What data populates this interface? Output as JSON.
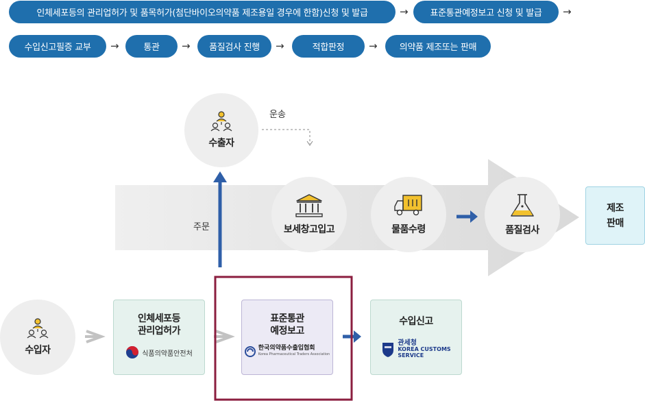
{
  "flow_steps": [
    "인체세포등의 관리업허가 및 품목허가(첨단바이오의약품 제조용일 경우에 한함)신청 및 발급",
    "표준통관예정보고 신청 및 발급",
    "수입신고필증 교부",
    "통관",
    "품질검사 진행",
    "적합판정",
    "의약품 제조또는 판매"
  ],
  "arrow_char": "→",
  "diagram": {
    "exporter_label": "수출자",
    "shipping_label": "운송",
    "order_label": "주문",
    "warehouse_label": "보세창고입고",
    "receipt_label": "물품수령",
    "quality_label": "품질검사",
    "final_label": "제조 판매",
    "final_line1": "제조",
    "final_line2": "판매",
    "importer_label": "수입자",
    "license_box": {
      "line1": "인체세포등",
      "line2": "관리업허가",
      "agency": "식품의약품안전처"
    },
    "clearance_box": {
      "line1": "표준통관",
      "line2": "예정보고",
      "agency": "한국의약품수출입협회",
      "agency_en": "Korea Pharmaceutical Traders Association"
    },
    "import_box": {
      "title": "수입신고",
      "agency": "관세청",
      "agency_en1": "KOREA CUSTOMS",
      "agency_en2": "SERVICE"
    }
  },
  "colors": {
    "pill": "#1f6fad",
    "blue_arrow": "#2f5fa8",
    "gray_arrow": "#bdbdbd",
    "big_arrow": "#dedede",
    "highlight": "#8b1e3f",
    "final_box": "#dff3f8",
    "green_box": "#e6f2ee",
    "purple_box": "#eceaf5"
  }
}
